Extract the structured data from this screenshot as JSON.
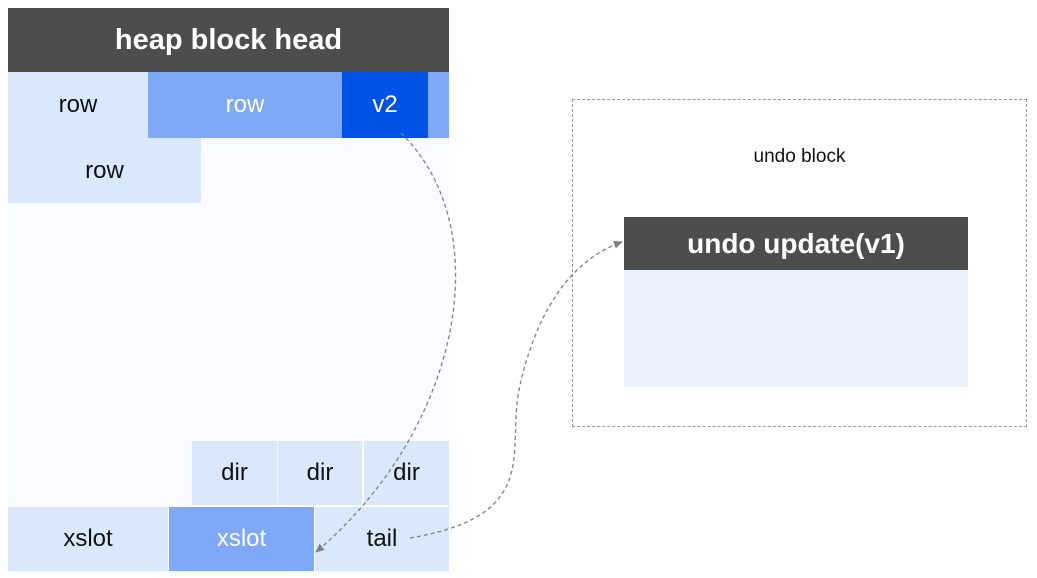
{
  "heap_block": {
    "head_label": "heap block head",
    "row1": [
      "row",
      "row",
      "v2"
    ],
    "row2": "row",
    "dirs": [
      "dir",
      "dir",
      "dir"
    ],
    "bottom": [
      "xslot",
      "xslot",
      "tail"
    ]
  },
  "undo_block": {
    "label": "undo block",
    "record_label": "undo update(v1)"
  },
  "colors": {
    "header": "#4d4d4d",
    "light_cell": "#dae8fb",
    "mid_cell": "#7fa8f6",
    "dark_cell": "#0052e6",
    "arrow": "#808080"
  }
}
